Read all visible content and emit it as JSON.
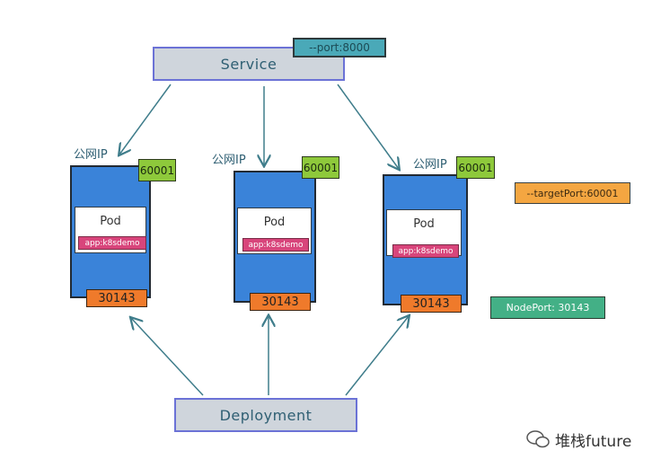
{
  "service": {
    "label": "Service",
    "port_tag": "--port:8000"
  },
  "deployment": {
    "label": "Deployment"
  },
  "nodes": [
    {
      "ip_label": "公网IP",
      "target_port": "60001",
      "pod_label": "Pod",
      "pod_tag": "app:k8sdemo",
      "node_port": "30143"
    },
    {
      "ip_label": "公网IP",
      "target_port": "60001",
      "pod_label": "Pod",
      "pod_tag": "app:k8sdemo",
      "node_port": "30143"
    },
    {
      "ip_label": "公网IP",
      "target_port": "60001",
      "pod_label": "Pod",
      "pod_tag": "app:k8sdemo",
      "node_port": "30143"
    }
  ],
  "legend": {
    "target_port": "--targetPort:60001",
    "node_port": "NodePort: 30143"
  },
  "watermark": {
    "text": "堆栈future"
  },
  "colors": {
    "arrow": "#3f7d8b",
    "node": "#3a83d9",
    "target_port": "#8ec93b",
    "node_port": "#ef7a2b",
    "pod_tag": "#d8457b"
  }
}
